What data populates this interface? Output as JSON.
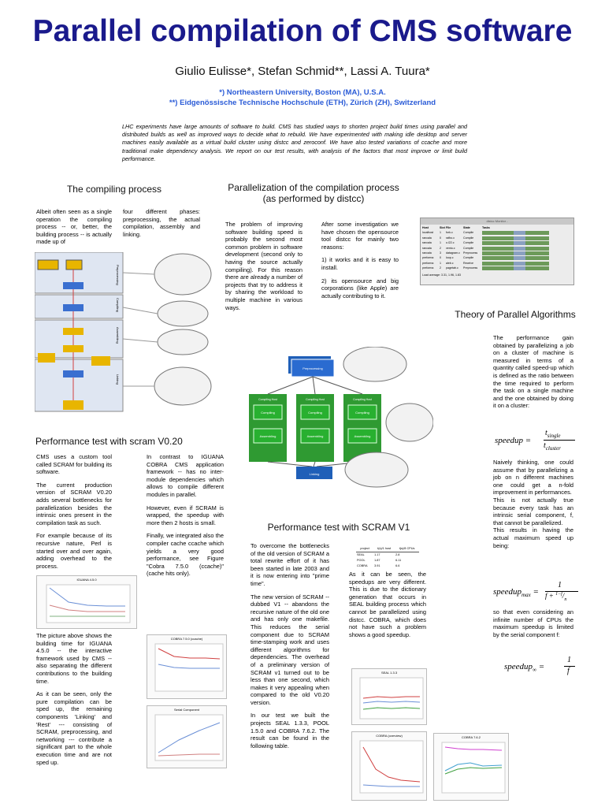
{
  "title": "Parallel compilation of CMS software",
  "authors": "Giulio Eulisse*, Stefan Schmid**, Lassi A. Tuura*",
  "affiliations": [
    "*) Northeastern University, Boston (MA), U.S.A.",
    "**) Eidgenössische Technische Hochschule (ETH), Zürich (ZH), Switzerland"
  ],
  "abstract": "LHC experiments have large amounts of software to build. CMS has studied ways to shorten project build times using parallel and distributed builds as well as improved ways to decide what to rebuild. We have experimented with making idle desktop and server machines easily available as a virtual build cluster using distcc and zeroconf. We have also tested variations of ccache and more traditional make dependency analysis. We report on our test results, with analysis of the factors that most improve or limit build performance.",
  "sections": {
    "compiling": {
      "heading": "The compiling process",
      "col1": "Albeit often seen as a single operation the compiling process -- or, better, the building process -- is actually made up of",
      "col2": "four different phases: preprocessing, the actual compilation, assembly and linking.",
      "diagram_steps": [
        "Preprocessing",
        "Compiling",
        "Assembling",
        "Linking"
      ]
    },
    "scram020": {
      "heading": "Performance test with scram V0.20",
      "col1": [
        "CMS uses a custom tool called SCRAM for building its software.",
        "The current production version of SCRAM V0.20 adds several bottlenecks for parallelization besides the intrinsic ones present in the compilation task as such.",
        "For example because of its recursive nature, Perl is started over and over again, adding overhead to the process."
      ],
      "col2": [
        "In contrast to IGUANA COBRA CMS application framework -- has no inter-module dependencies which allows to compile different modules in parallel.",
        "However, even if SCRAM is wrapped, the speedup with more then 2 hosts is small.",
        "Finally, we integrated also the compiler cache ccache which yields a very good performance, see Figure \"Cobra 7.5.0 (ccache)\" (cache hits only)."
      ],
      "col1b": [
        "The picture above shows the building time for IGUANA 4.5.0 -- the interactive framework used by CMS -- also separating the different contributions to the building time.",
        "As it can be seen, only the pure compilation can be sped up, the remaining components 'Linking' and 'Rest' --- consisting of SCRAM, preprocessing, and networking --- contribute a significant part to the whole execution time and are not sped up."
      ],
      "chart_titles": [
        "IGUANA 4.5.0",
        "COBRA 7.5.0 (ccache)",
        "Serial Component"
      ]
    },
    "distcc": {
      "heading_line1": "Parallelization of the compilation process",
      "heading_line2": "(as performed by distcc)",
      "col1": "The problem of improving software building speed is probably the second most common problem in software development (second only to having the source actually compiling). For this reason there are already a number of projects that try to address it by sharing the workload to multiple machine in various ways.",
      "col2": [
        "After some investigation we have chosen the opensource tool distcc for mainly two reasons:",
        "1) it works and it is easy to install.",
        "2) its opensource and big corporations (like Apple) are actually contributing to it."
      ],
      "monitor": {
        "window_title": "distcc Monitor - ",
        "columns": [
          "Host",
          "Slot",
          "File",
          "State",
          "Tasks"
        ],
        "rows": [
          [
            "localhost",
            "1",
            "fork.c",
            "Compile"
          ],
          [
            "rancala",
            "0",
            "rafbo.c",
            "Compile"
          ],
          [
            "rancala",
            "1",
            "o.l22.c",
            "Compile"
          ],
          [
            "rancala",
            "2",
            "ventu.c",
            "Compile"
          ],
          [
            "rancala",
            "3",
            "datagram.c",
            "Preprocess"
          ],
          [
            "preforma",
            "0",
            "loop.c",
            "Compile"
          ],
          [
            "preforma",
            "1",
            "aleb.c",
            "Receive"
          ],
          [
            "preforma",
            "2",
            "pagetab.c",
            "Preprocess"
          ]
        ],
        "load": "Load average: 3.31, 1.96, 1.83"
      },
      "diagram": {
        "preprocessing": "Preprocessing",
        "host_label": "Compiling Host",
        "compiling": "Compiling",
        "assembling": "Assembling",
        "linking": "Linking"
      }
    },
    "scramv1": {
      "heading": "Performance test with SCRAM V1",
      "col1": [
        "To overcome the bottlenecks of the old version of SCRAM a total rewrite effort of it has been started in late 2003 and it is now entering into \"prime time\".",
        "The new version of SCRAM -- dubbed V1 -- abandons the recursive nature of the old one and has only one makefile. This reduces the serial component due to SCRAM time-stamping work and uses different algorithms for dependencies. The overhead of a preliminary version of SCRAM v1 turned out to be less than one second, which makes it very appealing when compared to the old V0.20 version.",
        "In our test we built the projects SEAL 1.3.3, POOL 1.5.0 and COBRA 7.6.2. The result can be found in the following table."
      ],
      "col2": "As it can be seen, the speedups are very different. This is due to the dictionary generation that occurs in SEAL building process which cannot be parallelized using distcc. COBRA, which does not have such a problem shows a good speedup.",
      "table": {
        "headers": [
          "project",
          "t(s)/1 host",
          "t(s)/8 CPUs"
        ],
        "rows": [
          [
            "SEAL",
            "1.17",
            "2.8"
          ],
          [
            "POOL",
            "1.87",
            "6.11"
          ],
          [
            "COBRA",
            "3.91",
            "6.6"
          ]
        ]
      },
      "chart_titles": [
        "SEAL 1.3.3",
        "COBRA (overview)",
        "COBRA 7.6.2"
      ]
    },
    "theory": {
      "heading": "Theory of Parallel Algorithms",
      "p1": "The performance gain obtained by parallelizing a job on a cluster of machine is measured in terms of a quantity called speed-up which is defined as the ratio between the time required to perform the task on a single machine and the one obtained by doing it on a cluster:",
      "p2": [
        "Naively thinking, one could assume that by parallelizing a job on n different machines one could get a n-fold improvement in performances.",
        "This is not actually true because every task has an intrinsic serial component, f, that cannot be parallelized.",
        "This results in having the actual maximum speed up being:"
      ],
      "p3": "so that even considering an infinite number of CPUs the maximum speedup is limited by the serial component f:"
    }
  },
  "colors": {
    "title": "#1a1a8c",
    "affiliation": "#2a5bd7",
    "diagram_blue": "#1f5fb8",
    "diagram_green": "#1f9a2a"
  }
}
